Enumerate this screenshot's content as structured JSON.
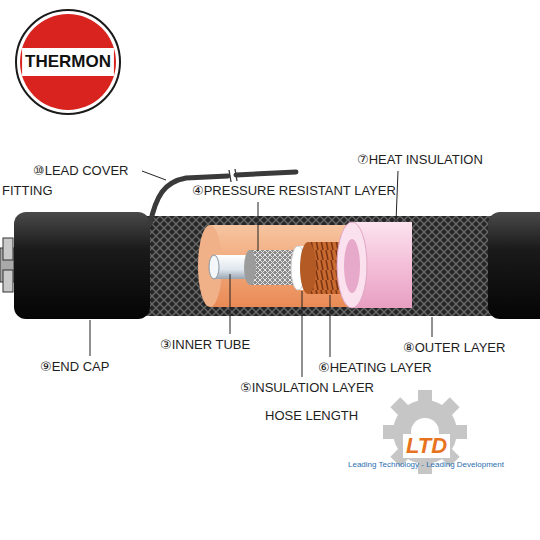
{
  "diagram": {
    "nodes": [
      {
        "text": [
          "THERMON"
        ]
      }
    ],
    "labels": [
      "⑩LEAD COVER",
      "FITTING",
      "④PRESSURE RESISTANT LAYER",
      "⑦HEAT INSULATION",
      "③INNER TUBE",
      "⑧OUTER LAYER",
      "⑨END CAP",
      "⑥HEATING LAYER",
      "⑤INSULATION LAYER",
      "HOSE LENGTH",
      "LTD",
      "Leading Technology - Leading Development"
    ]
  }
}
